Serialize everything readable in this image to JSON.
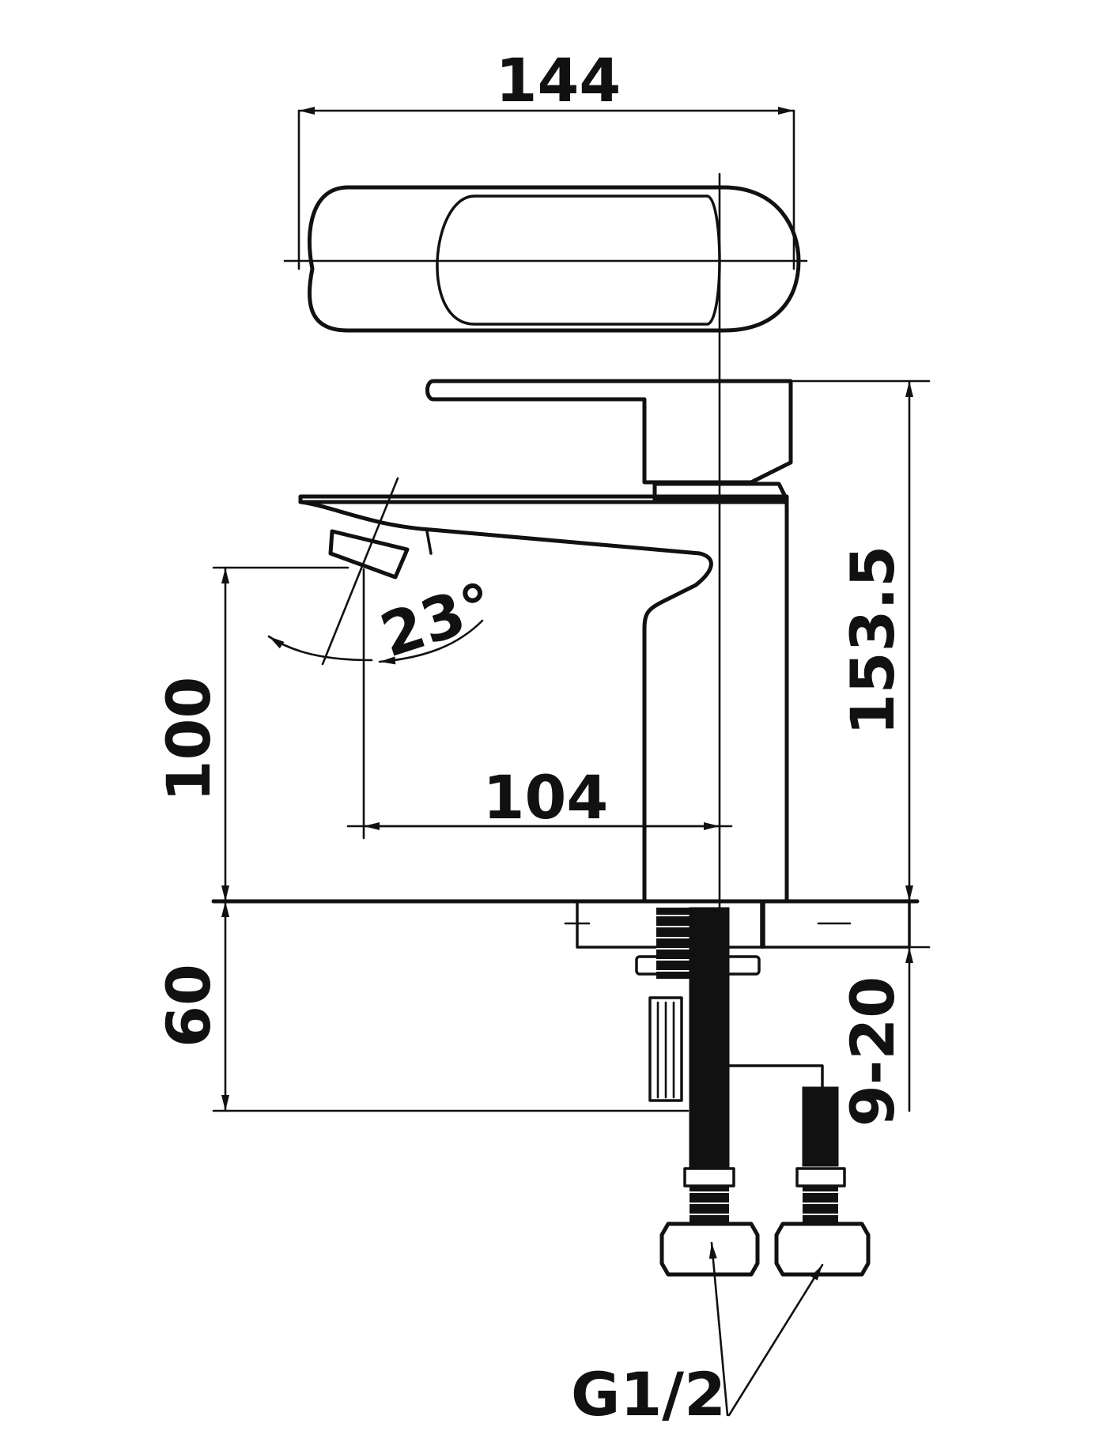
{
  "dimensions": {
    "overall_width": "144",
    "handle_angle": "23°",
    "spout_height": "100",
    "spout_reach": "104",
    "overall_height": "153.5",
    "below_deck_length": "60",
    "deck_thickness": "9-20",
    "connection_thread": "G1/2"
  },
  "colors": {
    "line": "#111111",
    "background": "#ffffff"
  }
}
